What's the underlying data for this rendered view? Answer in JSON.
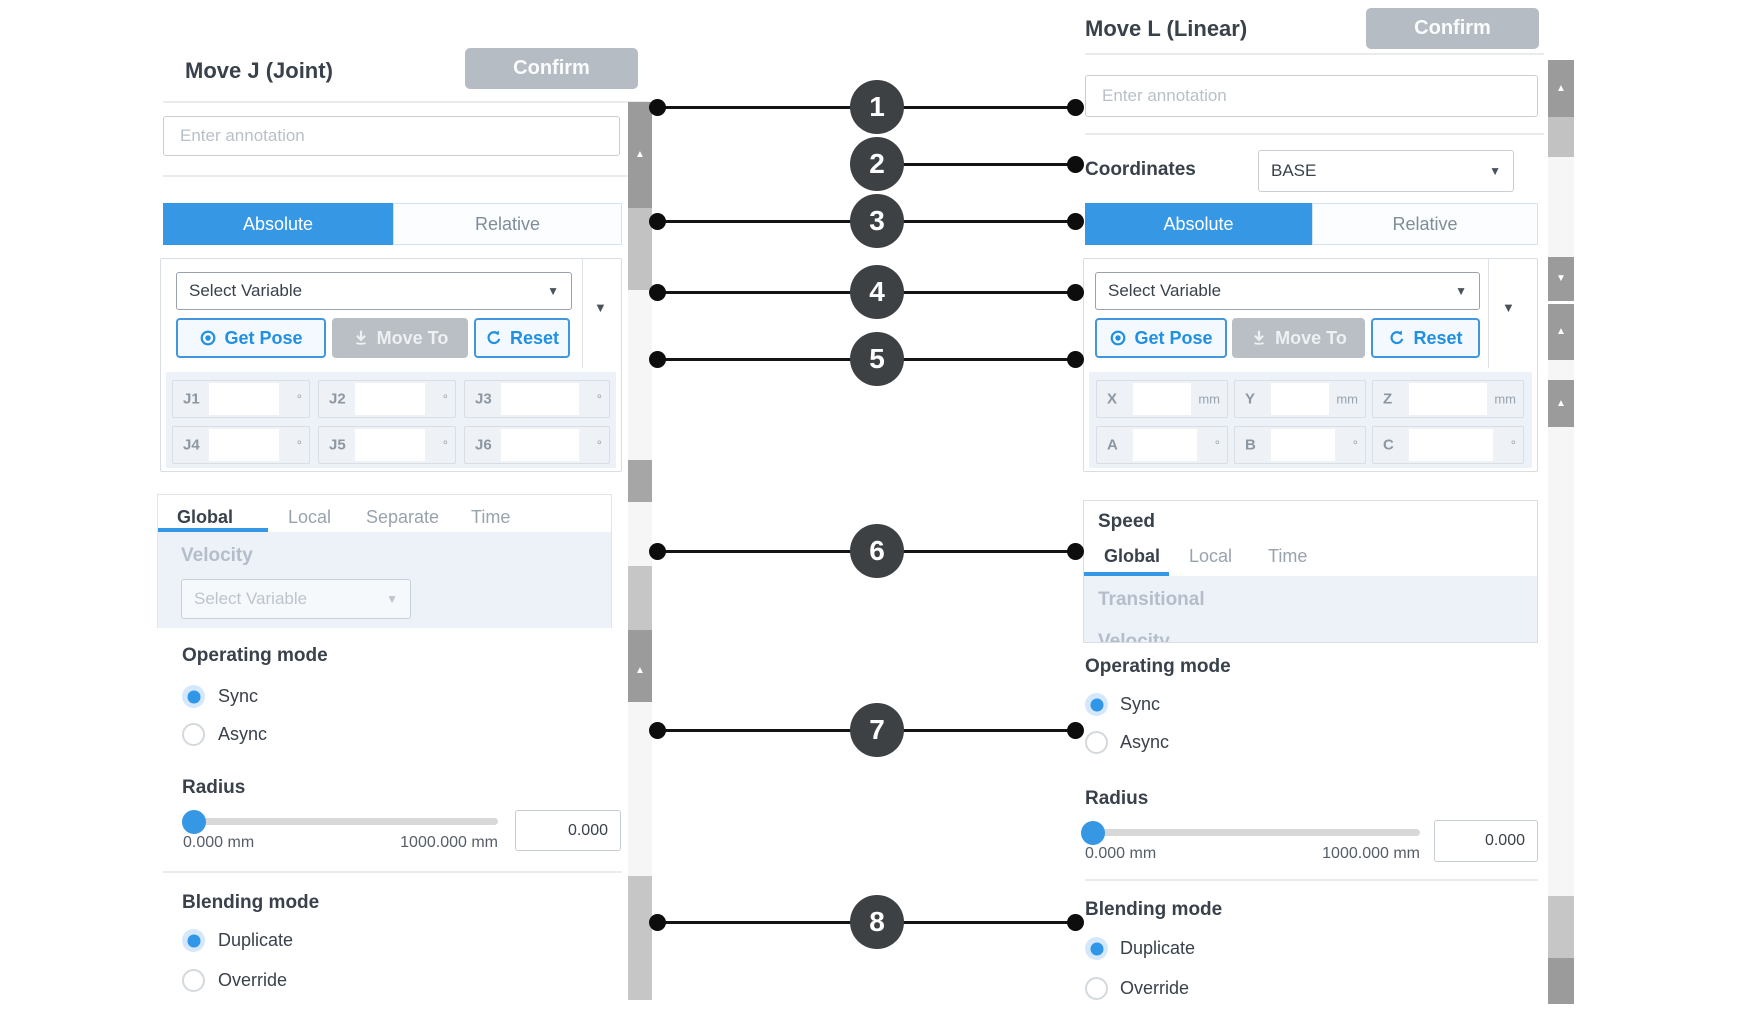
{
  "icons": {
    "dropdown_arrow": "▼",
    "scroll_up": "▲",
    "scroll_down": "▼"
  },
  "colors": {
    "accent_blue": "#3698e4",
    "disabled_gray": "#b9bfc5",
    "callout_circle": "#3e4144",
    "selected_radio_blue": "#2f96e8"
  },
  "callouts": {
    "labels": [
      "1",
      "2",
      "3",
      "4",
      "5",
      "6",
      "7",
      "8"
    ]
  },
  "left_panel": {
    "title": "Move J (Joint)",
    "confirm_label": "Confirm",
    "annotation_placeholder": "Enter annotation",
    "mode_tabs": {
      "absolute": "Absolute",
      "relative": "Relative"
    },
    "variable_group": {
      "dropdown_placeholder": "Select Variable",
      "get_pose_label": "Get Pose",
      "move_to_label": "Move To",
      "reset_label": "Reset"
    },
    "joint_fields": [
      {
        "label": "J1",
        "unit": "°"
      },
      {
        "label": "J2",
        "unit": "°"
      },
      {
        "label": "J3",
        "unit": "°"
      },
      {
        "label": "J4",
        "unit": "°"
      },
      {
        "label": "J5",
        "unit": "°"
      },
      {
        "label": "J6",
        "unit": "°"
      }
    ],
    "speed_section": {
      "tabs": [
        "Global",
        "Local",
        "Separate",
        "Time"
      ],
      "active_tab": "Global",
      "velocity_label": "Velocity",
      "velocity_placeholder": "Select Variable"
    },
    "operating_mode": {
      "title": "Operating mode",
      "option_sync": "Sync",
      "option_async": "Async",
      "selected": "Sync"
    },
    "radius": {
      "title": "Radius",
      "min_label": "0.000 mm",
      "max_label": "1000.000 mm",
      "value": "0.000"
    },
    "blending_mode": {
      "title": "Blending mode",
      "option_duplicate": "Duplicate",
      "option_override": "Override",
      "selected": "Duplicate"
    }
  },
  "right_panel": {
    "title": "Move L (Linear)",
    "confirm_label": "Confirm",
    "annotation_placeholder": "Enter annotation",
    "coordinates": {
      "label": "Coordinates",
      "value": "BASE"
    },
    "mode_tabs": {
      "absolute": "Absolute",
      "relative": "Relative"
    },
    "variable_group": {
      "dropdown_placeholder": "Select Variable",
      "get_pose_label": "Get Pose",
      "move_to_label": "Move To",
      "reset_label": "Reset"
    },
    "pose_fields": [
      {
        "label": "X",
        "unit": "mm"
      },
      {
        "label": "Y",
        "unit": "mm"
      },
      {
        "label": "Z",
        "unit": "mm"
      },
      {
        "label": "A",
        "unit": "°"
      },
      {
        "label": "B",
        "unit": "°"
      },
      {
        "label": "C",
        "unit": "°"
      }
    ],
    "speed_section": {
      "title": "Speed",
      "tabs": [
        "Global",
        "Local",
        "Time"
      ],
      "active_tab": "Global",
      "transitional_label": "Transitional",
      "velocity_label": "Velocity"
    },
    "operating_mode": {
      "title": "Operating mode",
      "option_sync": "Sync",
      "option_async": "Async",
      "selected": "Sync"
    },
    "radius": {
      "title": "Radius",
      "min_label": "0.000 mm",
      "max_label": "1000.000 mm",
      "value": "0.000"
    },
    "blending_mode": {
      "title": "Blending mode",
      "option_duplicate": "Duplicate",
      "option_override": "Override",
      "selected": "Duplicate"
    }
  }
}
